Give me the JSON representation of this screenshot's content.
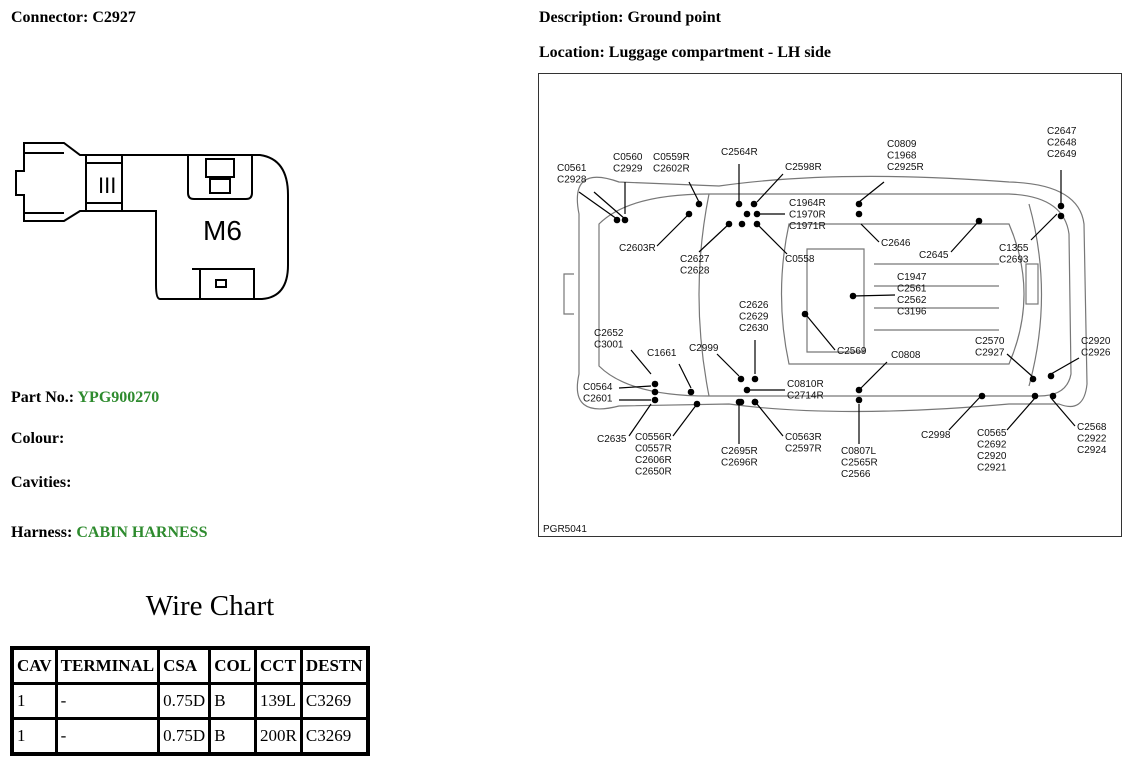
{
  "connector": {
    "label": "Connector:",
    "value": "C2927"
  },
  "description": {
    "label": "Description:",
    "value": "Ground point"
  },
  "location": {
    "label": "Location:",
    "value": "Luggage compartment - LH side"
  },
  "connector_drawing": {
    "stud_label": "M6",
    "mark_label": "III"
  },
  "part_no": {
    "label": "Part No.:",
    "value": "YPG900270"
  },
  "colour": {
    "label": "Colour:",
    "value": ""
  },
  "cavities": {
    "label": "Cavities:",
    "value": ""
  },
  "harness": {
    "label": "Harness:",
    "value": "CABIN HARNESS"
  },
  "diagram": {
    "figure_id": "PGR5041",
    "labels": [
      [
        "C0561",
        "C2928"
      ],
      [
        "C0560",
        "C2929"
      ],
      [
        "C0559R",
        "C2602R"
      ],
      [
        "C2564R"
      ],
      [
        "C2598R"
      ],
      [
        "C0809",
        "C1968",
        "C2925R"
      ],
      [
        "C2647",
        "C2648",
        "C2649"
      ],
      [
        "C1964R",
        "C1970R",
        "C1971R"
      ],
      [
        "C2603R"
      ],
      [
        "C2627",
        "C2628"
      ],
      [
        "C0558"
      ],
      [
        "C2646"
      ],
      [
        "C2645"
      ],
      [
        "C1355",
        "C2693"
      ],
      [
        "C1947",
        "C2561",
        "C2562",
        "C3196"
      ],
      [
        "C2626",
        "C2629",
        "C2630"
      ],
      [
        "C2569"
      ],
      [
        "C2652",
        "C3001"
      ],
      [
        "C1661"
      ],
      [
        "C2999"
      ],
      [
        "C0808"
      ],
      [
        "C2570",
        "C2927"
      ],
      [
        "C2920",
        "C2926"
      ],
      [
        "C0564",
        "C2601"
      ],
      [
        "C0810R",
        "C2714R"
      ],
      [
        "C2635"
      ],
      [
        "C0556R",
        "C0557R",
        "C2606R",
        "C2650R"
      ],
      [
        "C2695R",
        "C2696R"
      ],
      [
        "C0563R",
        "C2597R"
      ],
      [
        "C0807L",
        "C2565R",
        "C2566"
      ],
      [
        "C2998"
      ],
      [
        "C0565",
        "C2692",
        "C2920",
        "C2921"
      ],
      [
        "C2568",
        "C2922",
        "C2924"
      ]
    ]
  },
  "wire_chart": {
    "title": "Wire Chart",
    "headers": [
      "CAV",
      "TERMINAL",
      "CSA",
      "COL",
      "CCT",
      "DESTN"
    ],
    "rows": [
      [
        "1",
        "-",
        "0.75D",
        "B",
        "139L",
        "C3269"
      ],
      [
        "1",
        "-",
        "0.75D",
        "B",
        "200R",
        "C3269"
      ]
    ]
  }
}
